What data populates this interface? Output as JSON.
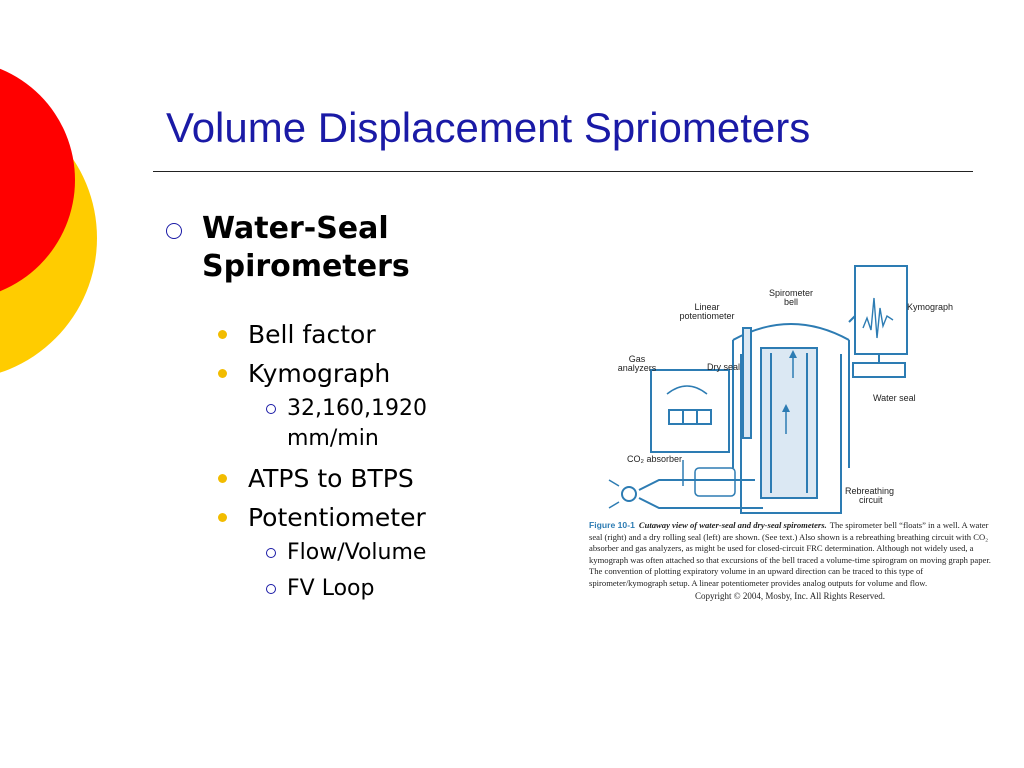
{
  "slide": {
    "title": "Volume Displacement Spriometers",
    "colors": {
      "title": "#1a1aa6",
      "bullet_dot": "#f2bc00",
      "deco_red": "#ff0000",
      "deco_yellow": "#ffcc00",
      "figure_blue": "#2d7cb3"
    }
  },
  "content": {
    "heading": "Water-Seal Spirometers",
    "items": [
      {
        "text": "Bell factor"
      },
      {
        "text": "Kymograph"
      },
      {
        "sub": "32,160,1920 mm/min"
      },
      {
        "text": "ATPS to BTPS"
      },
      {
        "text": "Potentiometer"
      },
      {
        "sub": "Flow/Volume"
      },
      {
        "sub": "FV Loop"
      }
    ]
  },
  "figure": {
    "labels": {
      "spirometer_bell": [
        "Spirometer",
        "bell"
      ],
      "linear_potentiometer": [
        "Linear",
        "potentiometer"
      ],
      "kymograph": "Kymograph",
      "gas_analyzers": [
        "Gas",
        "analyzers"
      ],
      "dry_seal": "Dry seal",
      "water_seal": "Water seal",
      "co2_absorber": "CO₂ absorber",
      "rebreathing_circuit": [
        "Rebreathing",
        "circuit"
      ]
    },
    "caption": {
      "label": "Figure 10-1",
      "title": "Cutaway view of water-seal and dry-seal spirometers.",
      "body": "The spirometer bell “floats” in a well. A water seal (right) and a dry rolling seal (left) are shown. (See text.) Also shown is a rebreathing breathing circuit with CO₂ absorber and gas analyzers, as might be used for closed-circuit FRC determination. Although not widely used, a kymograph was often attached so that excursions of the bell traced a volume-time spirogram on moving graph paper. The convention of plotting expiratory volume in an upward direction can be traced to this type of spirometer/kymograph setup. A linear potentiometer provides analog outputs for volume and flow."
    },
    "copyright": "Copyright © 2004, Mosby, Inc. All Rights Reserved."
  }
}
